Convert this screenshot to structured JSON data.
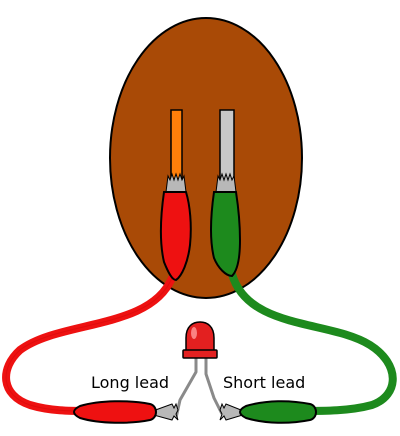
{
  "labels": {
    "long_lead": "Long lead",
    "short_lead": "Short lead"
  },
  "colors": {
    "potato_fill": "#a94a06",
    "outline": "#000000",
    "copper_electrode": "#ff7f0a",
    "zinc_electrode": "#c8c8c8",
    "red_wire": "#ee1111",
    "green_wire": "#1d8a1d",
    "led": "#e32020",
    "led_leads": "#a0a0a0"
  },
  "parts": {
    "potato": "potato",
    "electrode_left": "copper-electrode",
    "electrode_right": "zinc-electrode",
    "clip_red": "red-alligator-clip",
    "clip_green": "green-alligator-clip",
    "led": "red-led"
  }
}
